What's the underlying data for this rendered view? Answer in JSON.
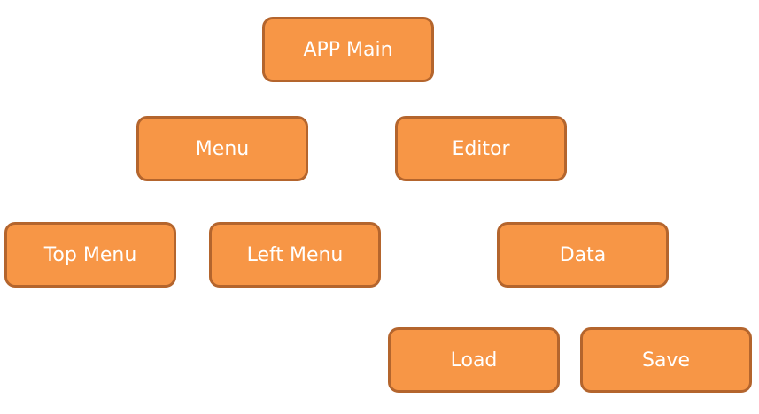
{
  "diagram": {
    "nodes": {
      "app_main": "APP Main",
      "menu": "Menu",
      "editor": "Editor",
      "top_menu": "Top Menu",
      "left_menu": "Left Menu",
      "data": "Data",
      "load": "Load",
      "save": "Save"
    },
    "colors": {
      "node_fill": "#f79646",
      "node_border": "#b4652d",
      "node_text": "#ffffff",
      "background": "#ffffff"
    }
  }
}
